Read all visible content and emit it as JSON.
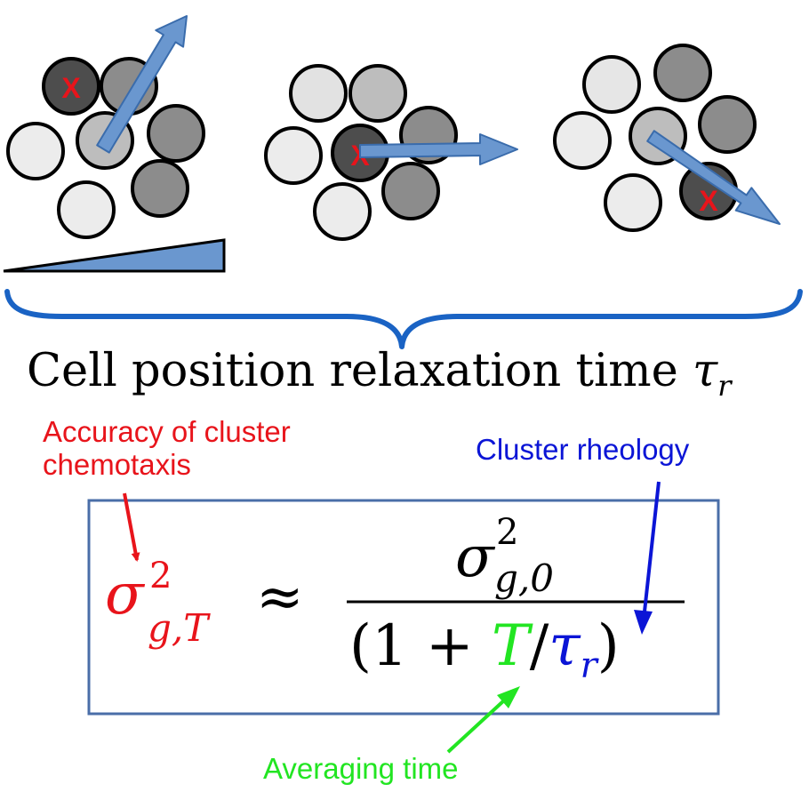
{
  "caption": {
    "text": "Cell position relaxation time",
    "symbol": "τ",
    "subscript": "r"
  },
  "annotations": {
    "accuracy_line1": "Accuracy of cluster",
    "accuracy_line2": "chemotaxis",
    "rheology": "Cluster rheology",
    "averaging": "Averaging time"
  },
  "equation": {
    "lhs_sigma": "σ",
    "lhs_sup": "2",
    "lhs_sub": "g,T",
    "approx": "≈",
    "num_sigma": "σ",
    "num_sup": "2",
    "num_sub": "g,0",
    "den_open": "(1 +",
    "den_T": "T",
    "den_slash": "/",
    "den_tau": "τ",
    "den_tau_sub": "r",
    "den_close": ")"
  },
  "markers": {
    "cross": "X"
  },
  "colors": {
    "red": "#e8141b",
    "blue": "#0b15d6",
    "green": "#22e522",
    "arrow_fill": "#6a97cf",
    "arrow_stroke": "#3a6cac",
    "brace": "#1a63c4",
    "box_stroke": "#4a6ea8",
    "cell_light": "#ececec",
    "cell_mid": "#bdbdbd",
    "cell_gray": "#8c8c8c",
    "cell_dark": "#4d4d4d"
  }
}
